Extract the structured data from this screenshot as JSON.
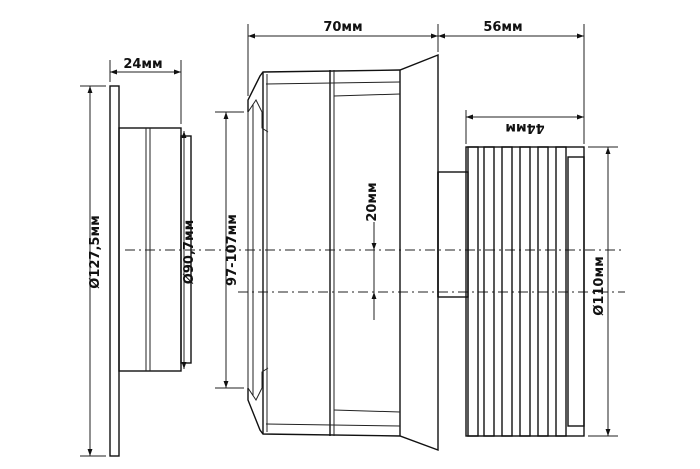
{
  "dimensions": {
    "flange_width": "24мм",
    "body_length": "70мм",
    "outlet_length": "56мм",
    "rib_length": "44мм",
    "offset": "20мм",
    "flange_diameter": "Ø127,5мм",
    "inner_diameter": "Ø90,7мм",
    "socket_range": "97-107мм",
    "outlet_diameter": "Ø110мм"
  },
  "colors": {
    "line": "#111111",
    "background": "#ffffff"
  }
}
